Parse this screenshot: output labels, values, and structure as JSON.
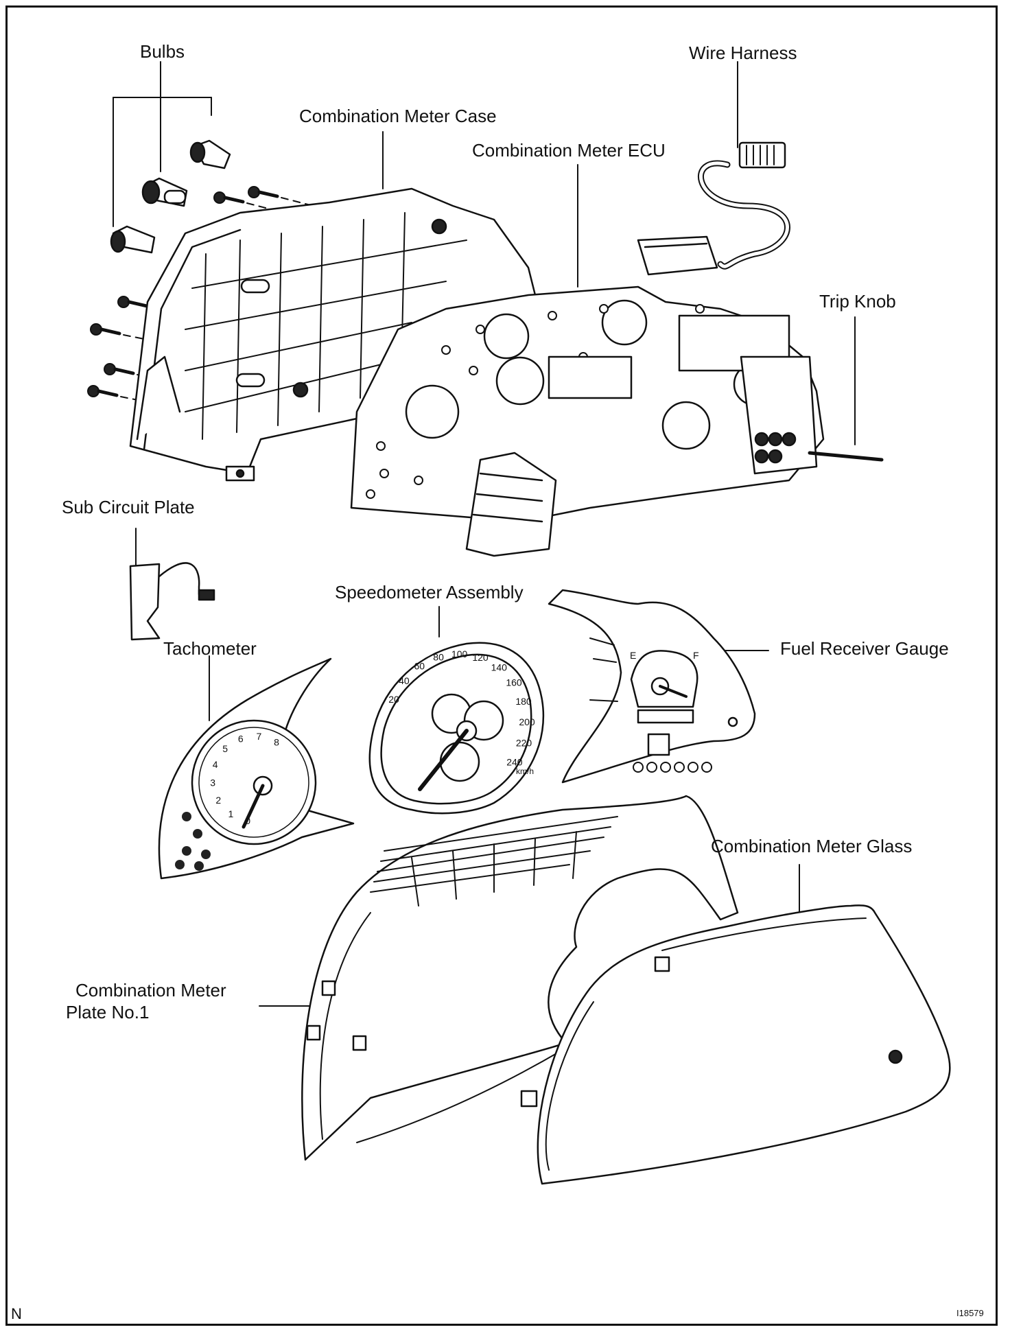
{
  "labels": {
    "bulbs": "Bulbs",
    "wire_harness": "Wire Harness",
    "combination_meter_case": "Combination Meter Case",
    "combination_meter_ecu": "Combination Meter ECU",
    "trip_knob": "Trip Knob",
    "sub_circuit_plate": "Sub Circuit Plate",
    "speedometer_assembly": "Speedometer Assembly",
    "tachometer": "Tachometer",
    "fuel_receiver_gauge": "Fuel Receiver Gauge",
    "combination_meter_glass": "Combination Meter Glass",
    "combination_meter_plate_line1": "Combination Meter",
    "combination_meter_plate_line2": "Plate No.1"
  },
  "corner_mark": "N",
  "figure_ref": "I18579",
  "speedometer_scale": [
    "20",
    "40",
    "60",
    "80",
    "100",
    "120",
    "140",
    "160",
    "180",
    "200",
    "220",
    "240"
  ],
  "speedometer_unit": "km/h",
  "tachometer_scale": [
    "0",
    "1",
    "2",
    "3",
    "4",
    "5",
    "6",
    "7",
    "8"
  ],
  "fuel_gauge_marks": [
    "E",
    "F"
  ],
  "colors": {
    "ink": "#111111",
    "paper": "#ffffff",
    "hatch": "#333333"
  }
}
